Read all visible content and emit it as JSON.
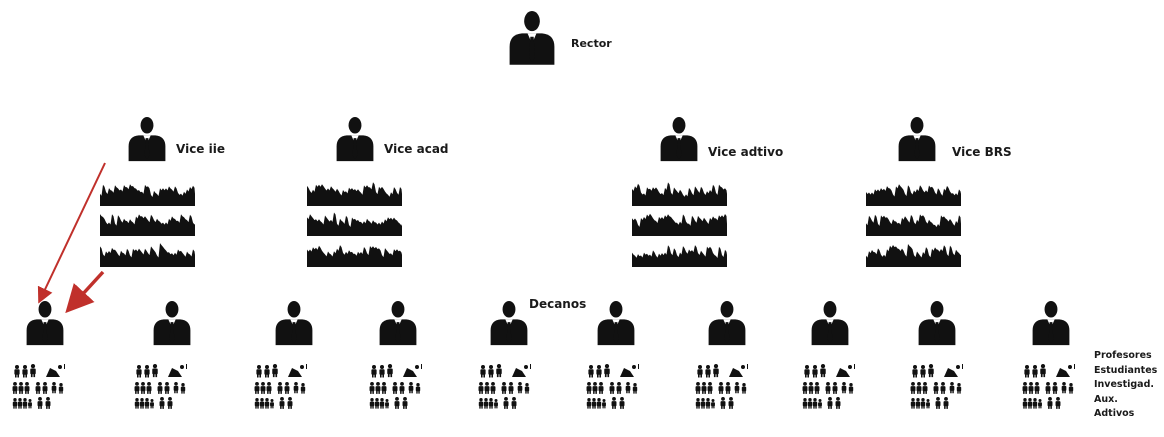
{
  "rector": {
    "label": "Rector"
  },
  "vice_rectors": [
    {
      "label": "Vice iie"
    },
    {
      "label": "Vice acad"
    },
    {
      "label": "Vice adtivo"
    },
    {
      "label": "Vice BRS"
    }
  ],
  "deans": {
    "label": "Decanos",
    "count": 10
  },
  "audience_legend": [
    "Profesores",
    "Estudiantes",
    "Investigad.",
    "Aux.",
    "Adtivos"
  ],
  "colors": {
    "figure": "#111111",
    "arrow": "#c0302b",
    "text": "#1a1a1a"
  }
}
